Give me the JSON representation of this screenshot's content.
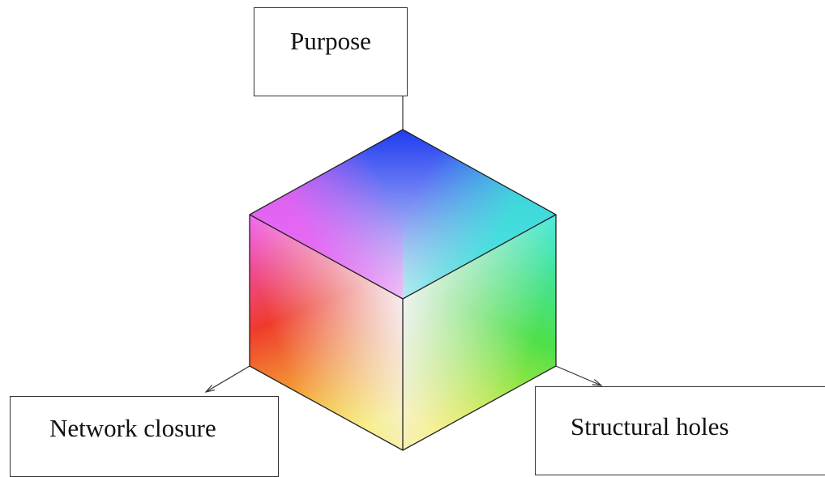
{
  "diagram": {
    "nodes": {
      "purpose": "Purpose",
      "network_closure": "Network closure",
      "structural_holes": "Structural holes"
    },
    "cube_colors": {
      "top": "#1f3cf0",
      "left_top": "#f05cf2",
      "right_top": "#34e6d8",
      "center": "#f6f3fa",
      "left_bottom": "#ef3b2c",
      "right_bottom": "#4fe04a",
      "bottom": "#f7ec3a",
      "edge": "#222222"
    }
  }
}
